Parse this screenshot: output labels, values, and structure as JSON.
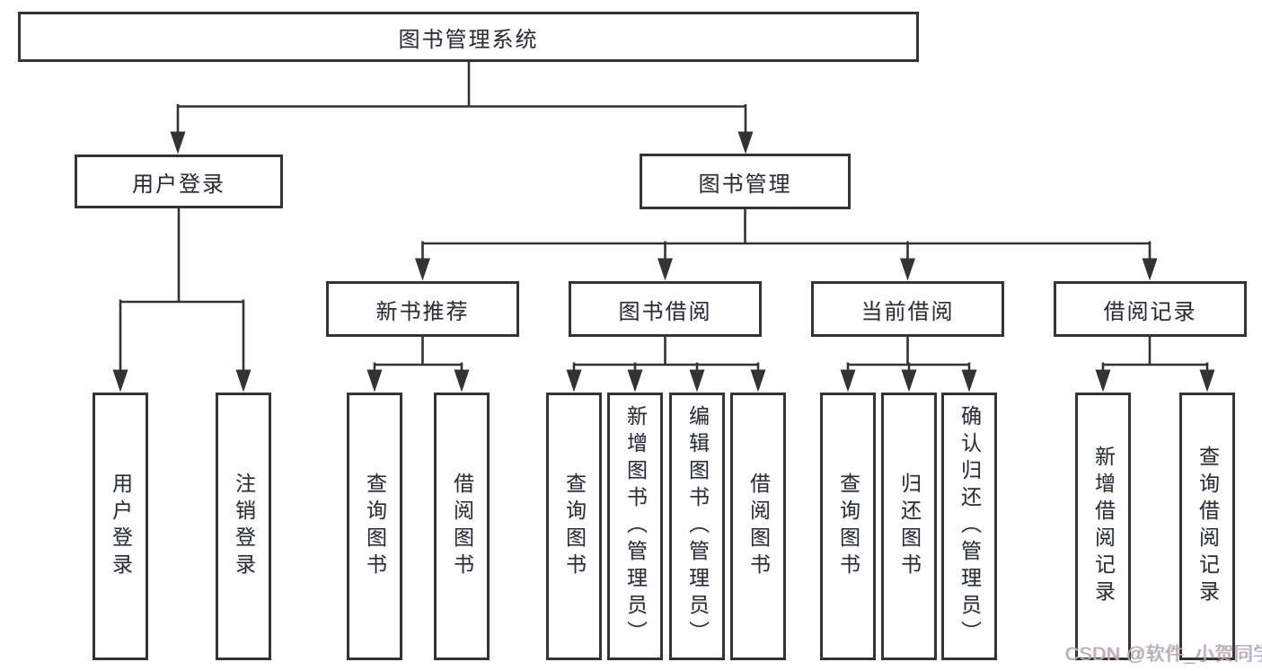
{
  "colors": {
    "background": "#ffffff",
    "line": "#333333",
    "box_border": "#343434",
    "text": "#2d2d2d",
    "watermark": "#b0b0b0"
  },
  "watermark": {
    "text": "CSDN @软件_小贺同学"
  },
  "tree": {
    "root": {
      "label": "图书管理系统"
    },
    "branches": [
      {
        "label": "用户登录",
        "children": [
          {
            "label": "用户登录"
          },
          {
            "label": "注销登录"
          }
        ]
      },
      {
        "label": "图书管理",
        "sections": [
          {
            "label": "新书推荐",
            "children": [
              {
                "label": "查询图书"
              },
              {
                "label": "借阅图书"
              }
            ]
          },
          {
            "label": "图书借阅",
            "children": [
              {
                "label": "查询图书"
              },
              {
                "label": "新增图书（管理员）"
              },
              {
                "label": "编辑图书（管理员）"
              },
              {
                "label": "借阅图书"
              }
            ]
          },
          {
            "label": "当前借阅",
            "children": [
              {
                "label": "查询图书"
              },
              {
                "label": "归还图书"
              },
              {
                "label": "确认归还（管理员）"
              }
            ]
          },
          {
            "label": "借阅记录",
            "children": [
              {
                "label": "新增借阅记录"
              },
              {
                "label": "查询借阅记录"
              }
            ]
          }
        ]
      }
    ]
  }
}
